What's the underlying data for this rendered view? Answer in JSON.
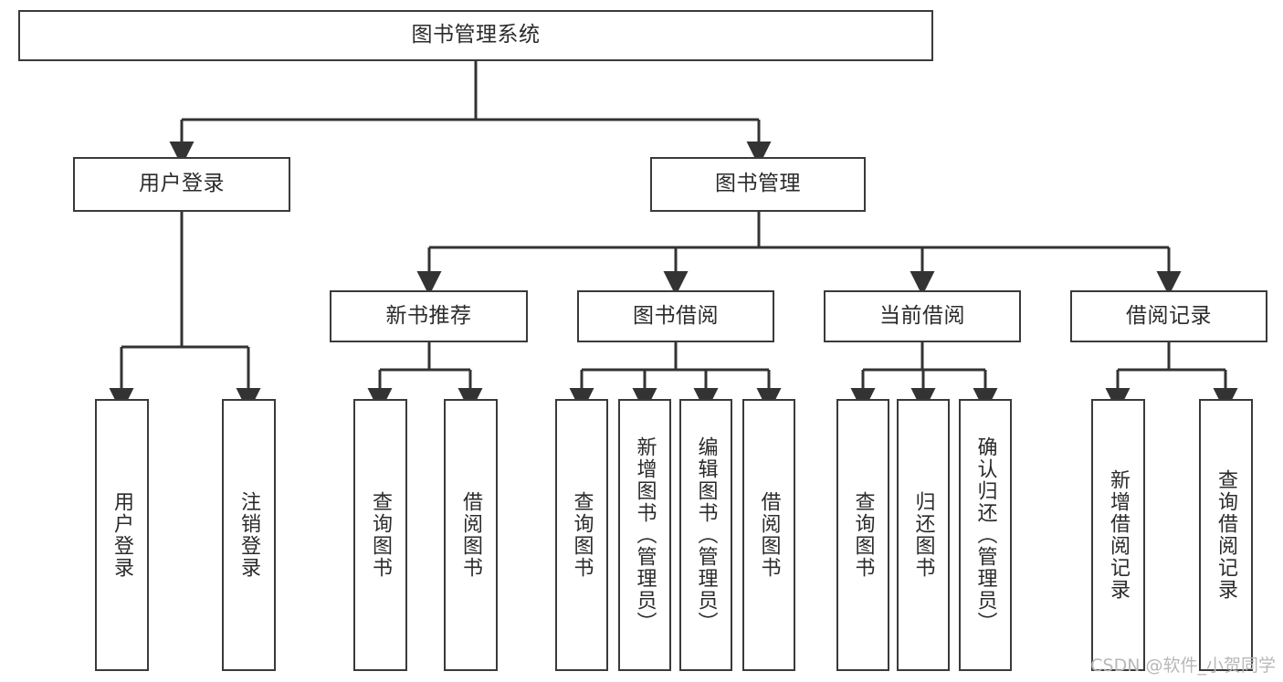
{
  "diagram": {
    "title": "图书管理系统",
    "type": "functional-structure-tree",
    "colors": {
      "background": "#ffffff",
      "box_border": "#3a3a3a",
      "box_fill": "#ffffff",
      "text": "#2b2b2b",
      "connector": "#333333",
      "watermark": "#b8b8b8"
    }
  },
  "root": {
    "label": "图书管理系统"
  },
  "level2": [
    {
      "id": "user-login",
      "label": "用户登录"
    },
    {
      "id": "book-manage",
      "label": "图书管理"
    }
  ],
  "level3": [
    {
      "id": "new-book-recommend",
      "label": "新书推荐"
    },
    {
      "id": "book-borrow",
      "label": "图书借阅"
    },
    {
      "id": "current-borrow",
      "label": "当前借阅"
    },
    {
      "id": "borrow-record",
      "label": "借阅记录"
    }
  ],
  "leaves": {
    "user_login": [
      {
        "id": "leaf-user-login",
        "label": "用户登录"
      },
      {
        "id": "leaf-logout-login",
        "label": "注销登录"
      }
    ],
    "new_book_recommend": [
      {
        "id": "leaf-query-book-1",
        "label": "查询图书"
      },
      {
        "id": "leaf-borrow-book-1",
        "label": "借阅图书"
      }
    ],
    "book_borrow": [
      {
        "id": "leaf-query-book-2",
        "label": "查询图书"
      },
      {
        "id": "leaf-add-book",
        "label": "新增图书（管理员）"
      },
      {
        "id": "leaf-edit-book",
        "label": "编辑图书（管理员）"
      },
      {
        "id": "leaf-borrow-book-2",
        "label": "借阅图书"
      }
    ],
    "current_borrow": [
      {
        "id": "leaf-query-book-3",
        "label": "查询图书"
      },
      {
        "id": "leaf-return-book",
        "label": "归还图书"
      },
      {
        "id": "leaf-confirm-return",
        "label": "确认归还（管理员）"
      }
    ],
    "borrow_record": [
      {
        "id": "leaf-add-borrow-record",
        "label": "新增借阅记录"
      },
      {
        "id": "leaf-query-borrow-record",
        "label": "查询借阅记录"
      }
    ]
  },
  "watermark": {
    "text": "CSDN @软件_小贺同学"
  }
}
